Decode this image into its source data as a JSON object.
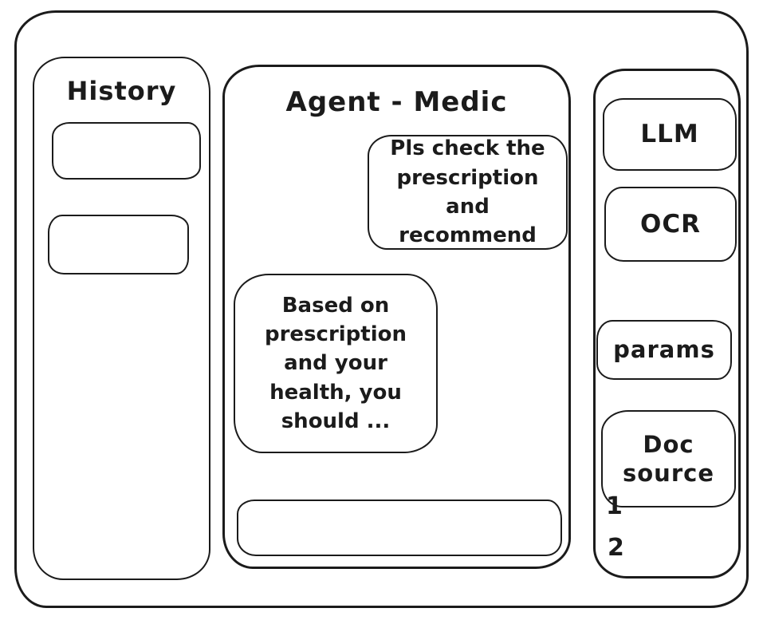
{
  "colors": {
    "ink": "#1b1b1b",
    "background": "#ffffff"
  },
  "sidebar_left": {
    "title": "History",
    "items": [
      {
        "label": ""
      },
      {
        "label": ""
      }
    ]
  },
  "chat": {
    "title": "Agent - Medic",
    "messages": [
      {
        "role": "user",
        "text": "Pls check the prescription and recommend"
      },
      {
        "role": "assistant",
        "text": "Based on prescription and your health, you should ..."
      }
    ],
    "input": {
      "value": "",
      "placeholder": ""
    }
  },
  "sidebar_right": {
    "buttons": [
      {
        "label": "LLM"
      },
      {
        "label": "OCR"
      },
      {
        "label": "params"
      },
      {
        "label": "Doc source"
      }
    ],
    "doc_list": [
      "1",
      "2"
    ]
  }
}
